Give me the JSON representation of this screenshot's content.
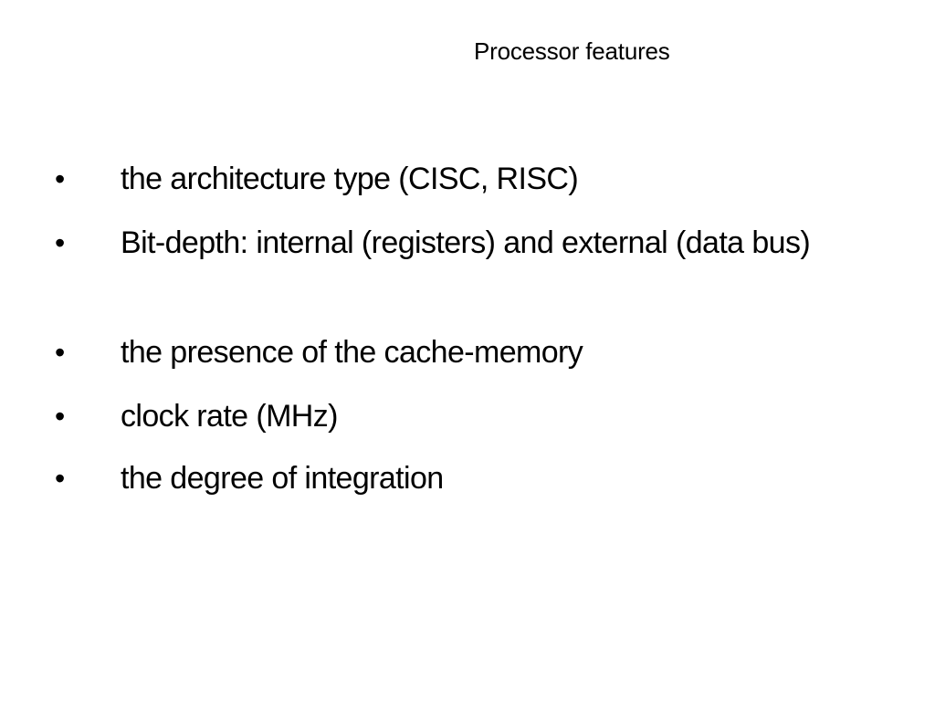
{
  "slide": {
    "title": "Processor features",
    "bullet_symbol": "•",
    "items": [
      "the architecture type (CISC, RISC)",
      "Bit-depth: internal (registers) and external (data bus)",
      "the presence of the cache-memory",
      "clock rate (MHz)",
      "the degree of integration"
    ]
  }
}
